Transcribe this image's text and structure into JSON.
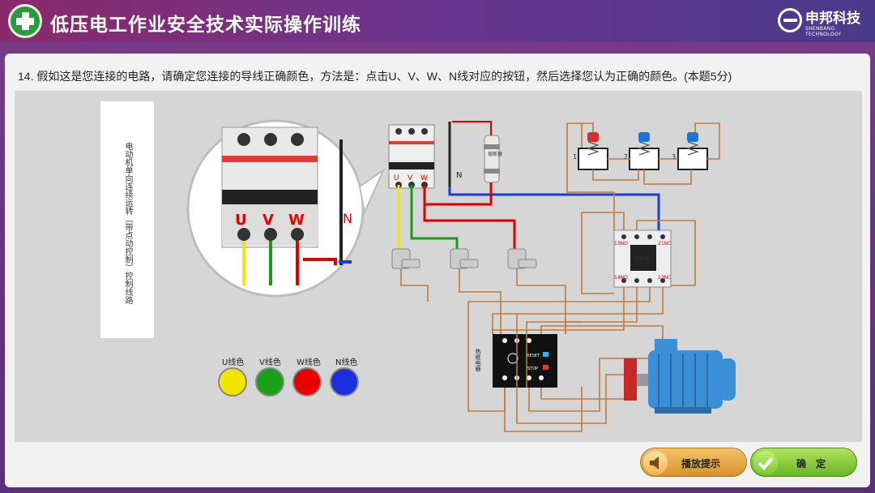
{
  "header": {
    "title": "低压电工作业安全技术实际操作训练",
    "brand_name": "申邦科技",
    "brand_sub": "SHENBANG TECHNOLOGY"
  },
  "question": {
    "text": "14. 假如这是您连接的电路，请确定您连接的导线正确颜色，方法是：点击U、V、W、N线对应的按钮，然后选择您认为正确的颜色。(本题5分)"
  },
  "side_card": {
    "text": "电动机单向连续运转（带点动控制）控制线路"
  },
  "diagram": {
    "zoom_labels": [
      "U",
      "V",
      "W",
      "N"
    ],
    "breaker_labels": [
      "U",
      "V",
      "W"
    ],
    "n_label": "N",
    "fuse_label": "熔断器",
    "button_labels": [
      "1",
      "2",
      "3"
    ],
    "contactor_label": "接触器",
    "contactor_terminals": [
      "13NO",
      "21NC",
      "14NO",
      "22NC"
    ],
    "relay_label": "热继电器",
    "relay_reset": "RESET",
    "relay_stop": "STOP",
    "colors": {
      "yellow": "#f5e400",
      "green": "#1a9a1a",
      "red": "#e00000",
      "blue": "#1a3cd8",
      "wire_brown": "#c07a3a"
    }
  },
  "wire_buttons": [
    {
      "label": "U线色",
      "color": "#f5e400"
    },
    {
      "label": "V线色",
      "color": "#18a018"
    },
    {
      "label": "W线色",
      "color": "#e80000"
    },
    {
      "label": "N线色",
      "color": "#1a2ee0"
    }
  ],
  "buttons": {
    "hint_label": "播放提示",
    "confirm_label": "确　定"
  }
}
